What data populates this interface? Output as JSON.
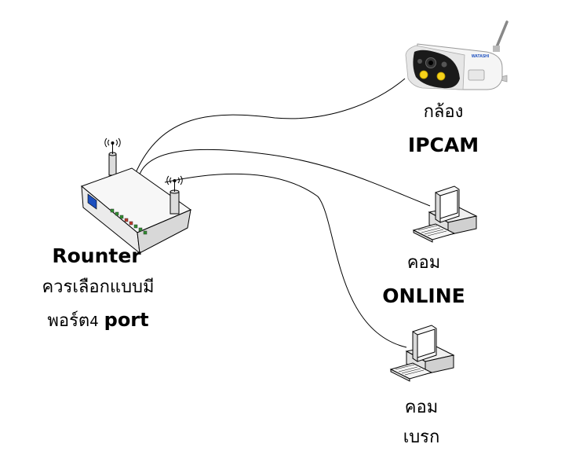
{
  "router": {
    "title": "Rounter",
    "line1": "ควรเลือกแบบมี",
    "line2_thai": "พอร์ต",
    "line2_num": "4",
    "line2_port": "port"
  },
  "camera": {
    "label_thai": "กล้อง",
    "label_en": "IPCAM",
    "brand": "WATASHI"
  },
  "pc_online": {
    "label_thai": "คอม",
    "label_en": "ONLINE"
  },
  "pc_break": {
    "label_thai": "คอม",
    "label_sub": "เบรก"
  },
  "colors": {
    "line": "#000000",
    "router_body": "#f2f2f2",
    "router_screen": "#1c4fbf",
    "camera_body": "#f5f5f5",
    "camera_face": "#1a1a1a",
    "led_yellow": "#f6d21a"
  }
}
